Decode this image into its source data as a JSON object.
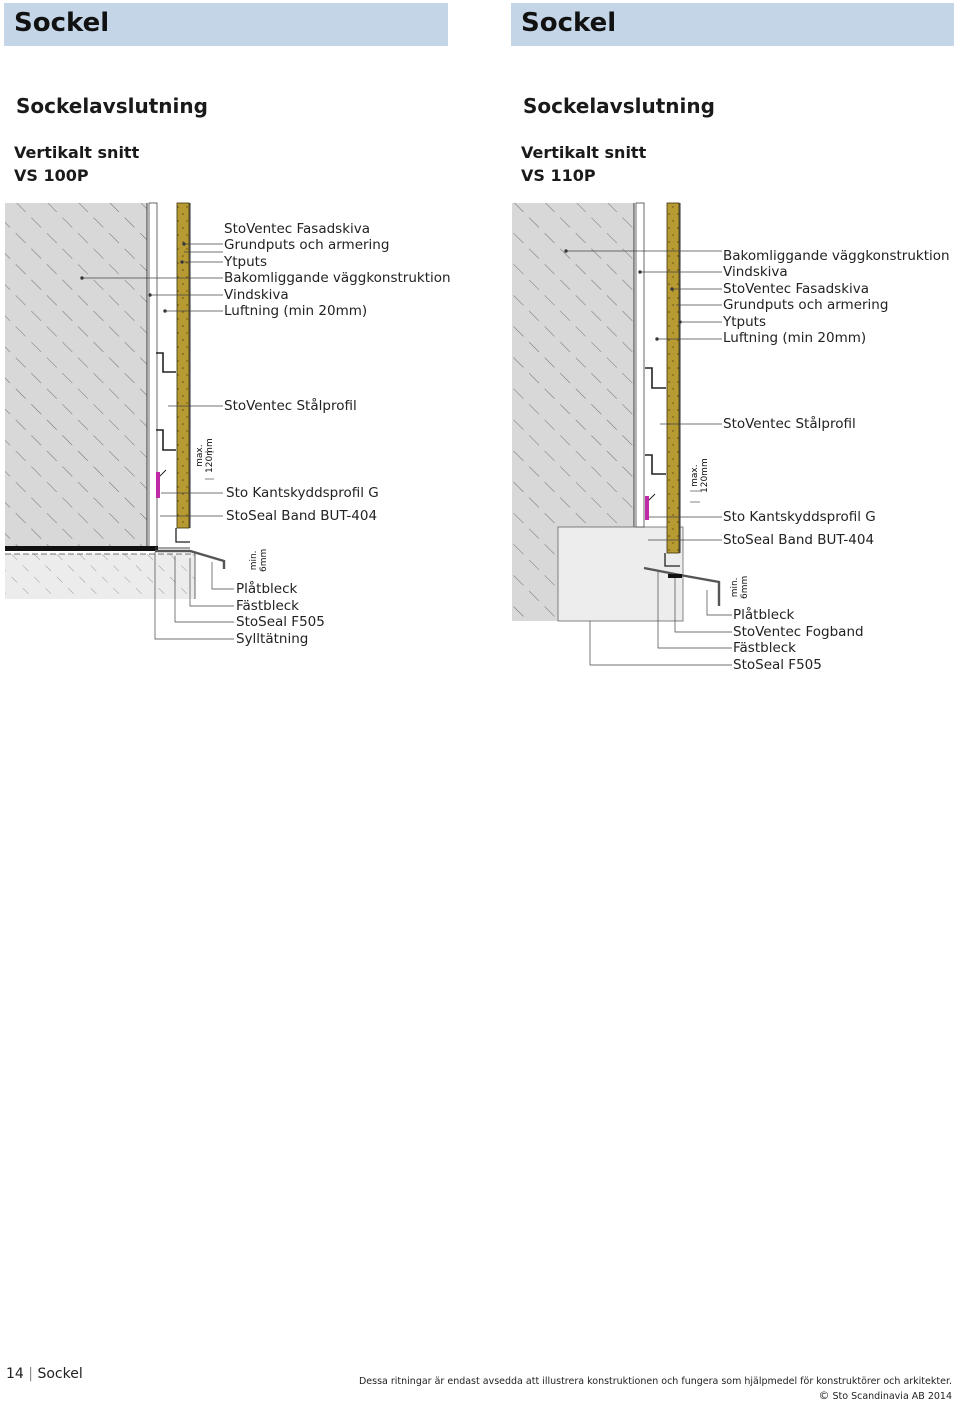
{
  "header": {
    "left_title": "Sockel",
    "right_title": "Sockel"
  },
  "left": {
    "section_title": "Sockelavslutning",
    "subtitle_1": "Vertikalt snitt",
    "subtitle_2": "VS 100P",
    "labels_top": [
      "StoVentec  Fasadskiva",
      "Grundputs och armering",
      "Ytputs",
      "Bakomliggande väggkonstruktion",
      "Vindskiva",
      "Luftning (min 20mm)"
    ],
    "label_profile": "StoVentec Stålprofil",
    "label_kant": "Sto Kantskyddsprofil G",
    "label_band": "StoSeal Band BUT-404",
    "labels_bottom": [
      "Plåtbleck",
      "Fästbleck",
      "StoSeal F505",
      "Sylltätning"
    ],
    "dim_max": [
      "max.",
      "120mm"
    ],
    "dim_min": [
      "min.",
      "6mm"
    ]
  },
  "right": {
    "section_title": "Sockelavslutning",
    "subtitle_1": "Vertikalt snitt",
    "subtitle_2": "VS 110P",
    "labels_top": [
      "Bakomliggande väggkonstruktion",
      "Vindskiva",
      "StoVentec Fasadskiva",
      "Grundputs och armering",
      "Ytputs",
      "Luftning (min 20mm)"
    ],
    "label_profile": "StoVentec Stålprofil",
    "label_kant": "Sto Kantskyddsprofil G",
    "label_band": "StoSeal Band BUT-404",
    "labels_bottom": [
      "Plåtbleck",
      "StoVentec Fogband",
      "Fästbleck",
      "StoSeal F505"
    ],
    "dim_max": [
      "max.",
      "120mm"
    ],
    "dim_min": [
      "min.",
      "6mm"
    ]
  },
  "footer": {
    "page_number": "14",
    "page_section": "Sockel",
    "disclaimer": "Dessa ritningar är endast avsedda att illustrera konstruktionen och fungera som hjälpmedel för konstruktörer och arkitekter.",
    "copyright": "Sto Scandinavia AB 2014"
  },
  "colors": {
    "header_bg": "#c3d5e6",
    "insulation": "#b89a32",
    "wall": "#d6d6d6",
    "seal": "#c02aa6",
    "band": "#1a1a1a"
  }
}
